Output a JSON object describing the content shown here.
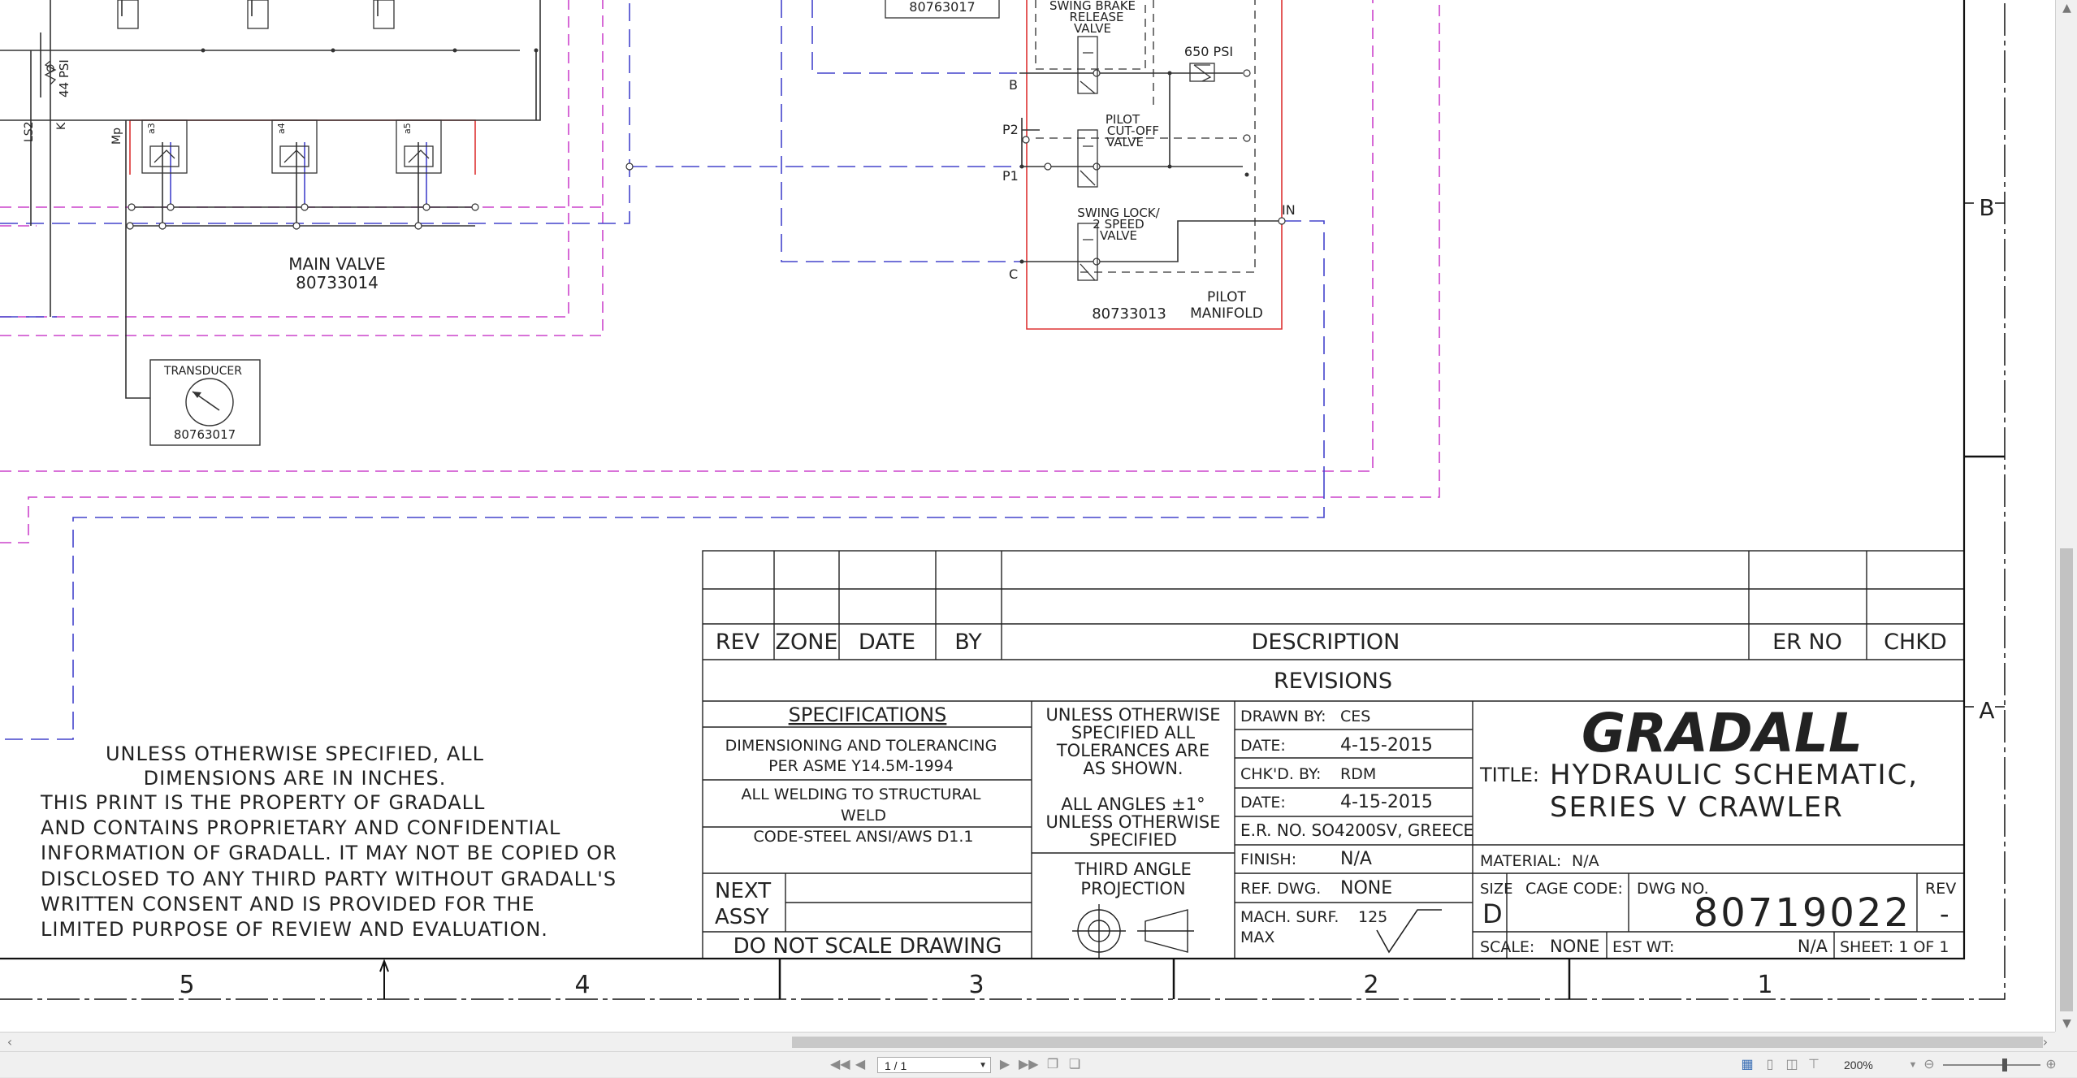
{
  "schematic": {
    "labels": {
      "psi44": "44 PSI",
      "ls2": "LS2",
      "k": "K",
      "mp": "Mp",
      "a3": "a3",
      "a4": "a4",
      "a5": "a5",
      "main_valve": "MAIN VALVE",
      "main_valve_no": "80733014",
      "transducer": "TRANSDUCER",
      "transducer_no": "80763017",
      "top_box_no": "80763017",
      "swing_brake": [
        "SWING BRAKE",
        "RELEASE",
        "VALVE"
      ],
      "psi650": "650 PSI",
      "port_b": "B",
      "port_p2": "P2",
      "port_p1": "P1",
      "port_c": "C",
      "pilot_cutoff": [
        "PILOT",
        "CUT-OFF",
        "VALVE"
      ],
      "swing_lock": [
        "SWING LOCK/",
        "2 SPEED",
        "VALVE"
      ],
      "port_in": "IN",
      "pilot_manifold_no": "80733013",
      "pilot_manifold": [
        "PILOT",
        "MANIFOLD"
      ]
    }
  },
  "notes": [
    "UNLESS OTHERWISE SPECIFIED, ALL",
    "DIMENSIONS ARE IN INCHES.",
    "THIS PRINT IS THE PROPERTY OF GRADALL",
    "AND CONTAINS PROPRIETARY AND CONFIDENTIAL",
    "INFORMATION OF GRADALL. IT MAY NOT BE COPIED OR",
    "DISCLOSED TO ANY THIRD PARTY WITHOUT GRADALL'S",
    "WRITTEN CONSENT AND IS PROVIDED FOR THE",
    "LIMITED PURPOSE OF REVIEW AND EVALUATION."
  ],
  "revisions": {
    "headers": [
      "REV",
      "ZONE",
      "DATE",
      "BY",
      "DESCRIPTION",
      "ER NO",
      "CHKD"
    ],
    "title": "REVISIONS"
  },
  "specs": {
    "title": "SPECIFICATIONS",
    "line1": [
      "DIMENSIONING AND TOLERANCING",
      "PER ASME Y14.5M-1994"
    ],
    "line2": [
      "ALL WELDING TO STRUCTURAL",
      "WELD"
    ],
    "line3": "CODE-STEEL ANSI/AWS D1.1",
    "next_assy": [
      "NEXT",
      "ASSY"
    ],
    "do_not_scale": "DO NOT SCALE DRAWING"
  },
  "tolerance": {
    "lines1": [
      "UNLESS OTHERWISE",
      "SPECIFIED ALL",
      "TOLERANCES ARE",
      "AS SHOWN."
    ],
    "lines2": [
      "ALL ANGLES ±1°",
      "UNLESS OTHERWISE",
      "SPECIFIED"
    ],
    "projection": [
      "THIRD ANGLE",
      "PROJECTION"
    ]
  },
  "signoff": {
    "drawn_by_label": "DRAWN BY:",
    "drawn_by": "CES",
    "date_label": "DATE:",
    "date1": "4-15-2015",
    "chkd_by_label": "CHK'D. BY:",
    "chkd_by": "RDM",
    "date2": "4-15-2015",
    "er_no": "E.R. NO. SO4200SV, GREECE",
    "finish_label": "FINISH:",
    "finish": "N/A",
    "ref_dwg_label": "REF. DWG.",
    "ref_dwg": "NONE",
    "mach_surf_label": "MACH. SURF.",
    "mach_surf_max": "MAX",
    "mach_surf_value": "125"
  },
  "titleblock": {
    "company": "GRADALL",
    "title_label": "TITLE:",
    "title_line1": "HYDRAULIC SCHEMATIC,",
    "title_line2": "SERIES V CRAWLER",
    "material_label": "MATERIAL:",
    "material": "N/A",
    "size_label": "SIZE",
    "size": "D",
    "cage_code_label": "CAGE CODE:",
    "dwg_no_label": "DWG NO.",
    "dwg_no": "80719022",
    "rev_label": "REV",
    "rev": "-",
    "scale_label": "SCALE:",
    "scale": "NONE",
    "est_wt_label": "EST WT:",
    "est_wt": "N/A",
    "sheet": "SHEET: 1  OF  1"
  },
  "border": {
    "zone_numbers": [
      "5",
      "4",
      "3",
      "2",
      "1"
    ],
    "zone_letters": [
      "B",
      "A"
    ]
  },
  "viewer": {
    "page_indicator": "1 / 1",
    "zoom": "200%",
    "colors": {
      "magenta": "#cc44cc",
      "blue": "#4444cc",
      "red": "#dd3333",
      "gray": "#555555"
    }
  }
}
